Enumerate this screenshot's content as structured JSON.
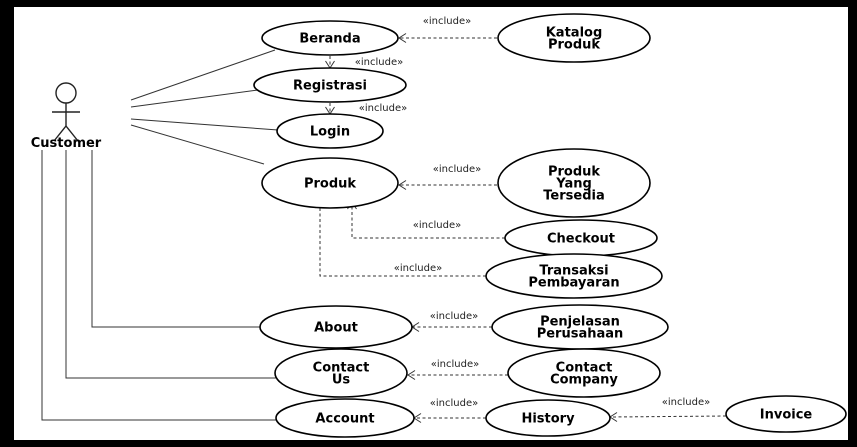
{
  "actor": {
    "name": "Customer"
  },
  "stereotype": "«include»",
  "use_cases": {
    "beranda": [
      "Beranda"
    ],
    "katalog": [
      "Katalog",
      "Produk"
    ],
    "registrasi": [
      "Registrasi"
    ],
    "login": [
      "Login"
    ],
    "produk": [
      "Produk"
    ],
    "produk_tersedia": [
      "Produk",
      "Yang",
      "Tersedia"
    ],
    "checkout": [
      "Checkout"
    ],
    "transaksi": [
      "Transaksi",
      "Pembayaran"
    ],
    "about": [
      "About"
    ],
    "penjelasan": [
      "Penjelasan",
      "Perusahaan"
    ],
    "contact_us": [
      "Contact",
      "Us"
    ],
    "contact_company": [
      "Contact",
      "Company"
    ],
    "account": [
      "Account"
    ],
    "history": [
      "History"
    ],
    "invoice": [
      "Invoice"
    ]
  }
}
